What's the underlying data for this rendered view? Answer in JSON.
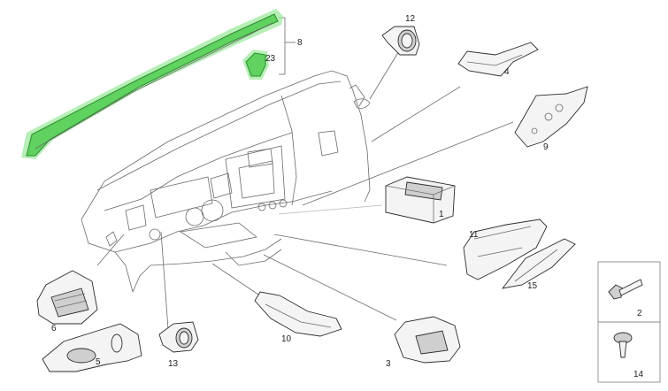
{
  "colors": {
    "highlight": "#5fd25f",
    "line": "#2c2c2c"
  },
  "callouts": [
    {
      "id": "p12",
      "number": "12"
    },
    {
      "id": "p8",
      "number": "8"
    },
    {
      "id": "p23",
      "number": "23"
    },
    {
      "id": "p4",
      "number": "4"
    },
    {
      "id": "p9",
      "number": "9"
    },
    {
      "id": "p1",
      "number": "1"
    },
    {
      "id": "p11",
      "number": "11"
    },
    {
      "id": "p15",
      "number": "15"
    },
    {
      "id": "p6",
      "number": "6"
    },
    {
      "id": "p5",
      "number": "5"
    },
    {
      "id": "p13",
      "number": "13"
    },
    {
      "id": "p10",
      "number": "10"
    },
    {
      "id": "p3",
      "number": "3"
    },
    {
      "id": "p2",
      "number": "2"
    },
    {
      "id": "p14",
      "number": "14"
    }
  ]
}
